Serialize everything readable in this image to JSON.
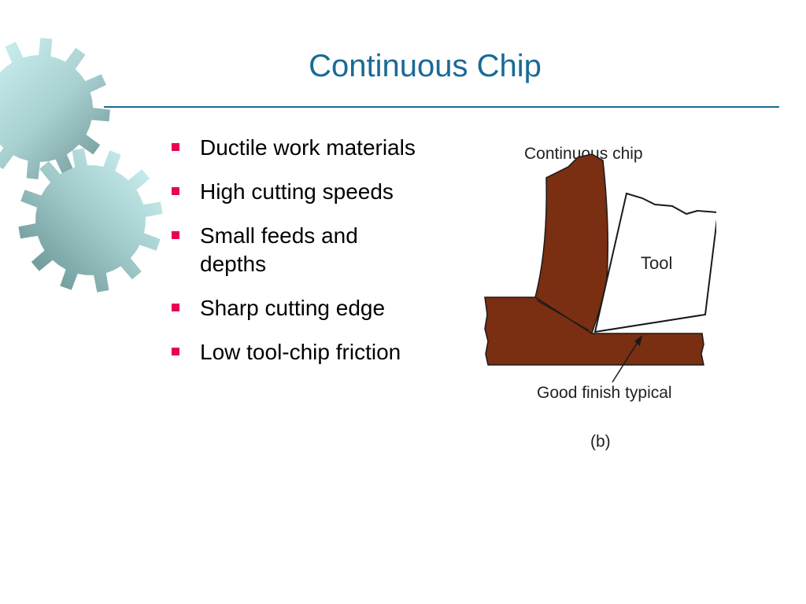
{
  "slide": {
    "title": "Continuous Chip",
    "bullets": [
      "Ductile work materials",
      "High cutting speeds",
      "Small feeds and depths",
      "Sharp cutting edge",
      "Low tool-chip friction"
    ]
  },
  "figure": {
    "label_chip": "Continuous chip",
    "label_tool": "Tool",
    "label_finish": "Good finish typical",
    "caption": "(b)"
  },
  "colors": {
    "title": "#1a6a96",
    "bullet_marker": "#e8005a",
    "workpiece": "#7a2e12",
    "gear_light": "#c8f4f4",
    "gear_dark": "#6f9696"
  }
}
